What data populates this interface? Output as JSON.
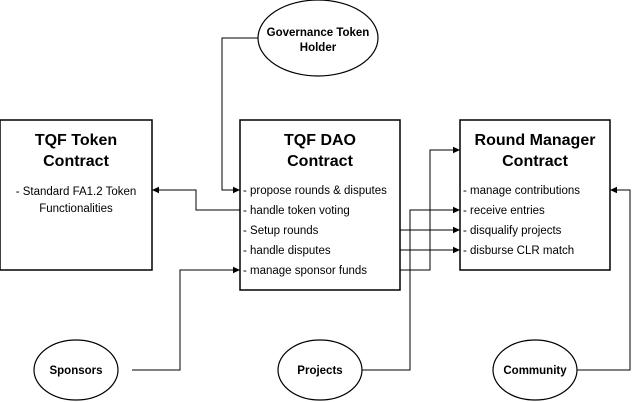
{
  "nodes": {
    "token_contract": {
      "title": [
        "TQF Token",
        "Contract"
      ],
      "items": [
        "- Standard FA1.2 Token",
        "Functionalities"
      ]
    },
    "dao_contract": {
      "title": [
        "TQF DAO",
        "Contract"
      ],
      "items": [
        "- propose rounds & disputes",
        "- handle token voting",
        "- Setup rounds",
        "- handle disputes",
        "- manage sponsor funds"
      ]
    },
    "round_manager": {
      "title": [
        "Round Manager",
        "Contract"
      ],
      "items": [
        "- manage contributions",
        "- receive entries",
        "- disqualify projects",
        "- disburse CLR match"
      ]
    },
    "governance_holder": {
      "label": [
        "Governance Token",
        "Holder"
      ]
    },
    "sponsors": {
      "label": [
        "Sponsors"
      ]
    },
    "projects": {
      "label": [
        "Projects"
      ]
    },
    "community": {
      "label": [
        "Community"
      ]
    }
  },
  "edges": [
    {
      "from": "governance_holder",
      "to": "dao_contract",
      "label": ""
    },
    {
      "from": "dao_contract",
      "to": "token_contract",
      "label": ""
    },
    {
      "from": "sponsors",
      "to": "dao_contract",
      "label": ""
    },
    {
      "from": "dao_contract",
      "to": "round_manager",
      "label": ""
    },
    {
      "from": "projects",
      "to": "round_manager",
      "label": ""
    },
    {
      "from": "community",
      "to": "round_manager",
      "label": ""
    }
  ]
}
